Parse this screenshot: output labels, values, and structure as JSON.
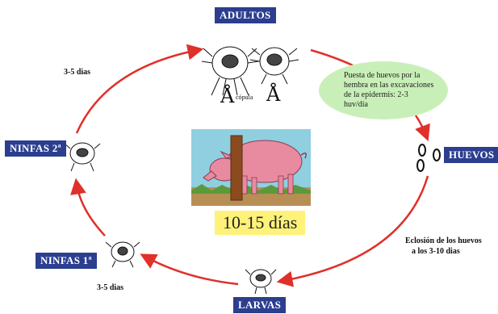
{
  "stages": {
    "adults": "ADULTOS",
    "eggs": "HUEVOS",
    "larvae": "LARVAS",
    "nymphs1": "NINFAS 1ª",
    "nymphs2": "NINFAS 2ª"
  },
  "notes": {
    "egg_laying": "Puesta de huevos por la hembra en las excavaciones de la epidermis: 2-3 huv/día",
    "hatching_line1": "Eclosión de los huevos",
    "hatching_line2": "a los 3-10 dias",
    "n2_to_adult": "3-5 dias",
    "l_to_n1": "3-5 dias",
    "copula": "cópula",
    "male_symbol": "Å",
    "female_symbol": "Å"
  },
  "center": {
    "duration": "10-15 días"
  },
  "colors": {
    "arrow": "#e0302a",
    "label_bg": "#2b3e8f",
    "bubble": "#c9efb8",
    "duration_bg": "#fff27a",
    "sky": "#8fcfe0",
    "pig": "#e88aa0",
    "post": "#8b4b1f"
  }
}
